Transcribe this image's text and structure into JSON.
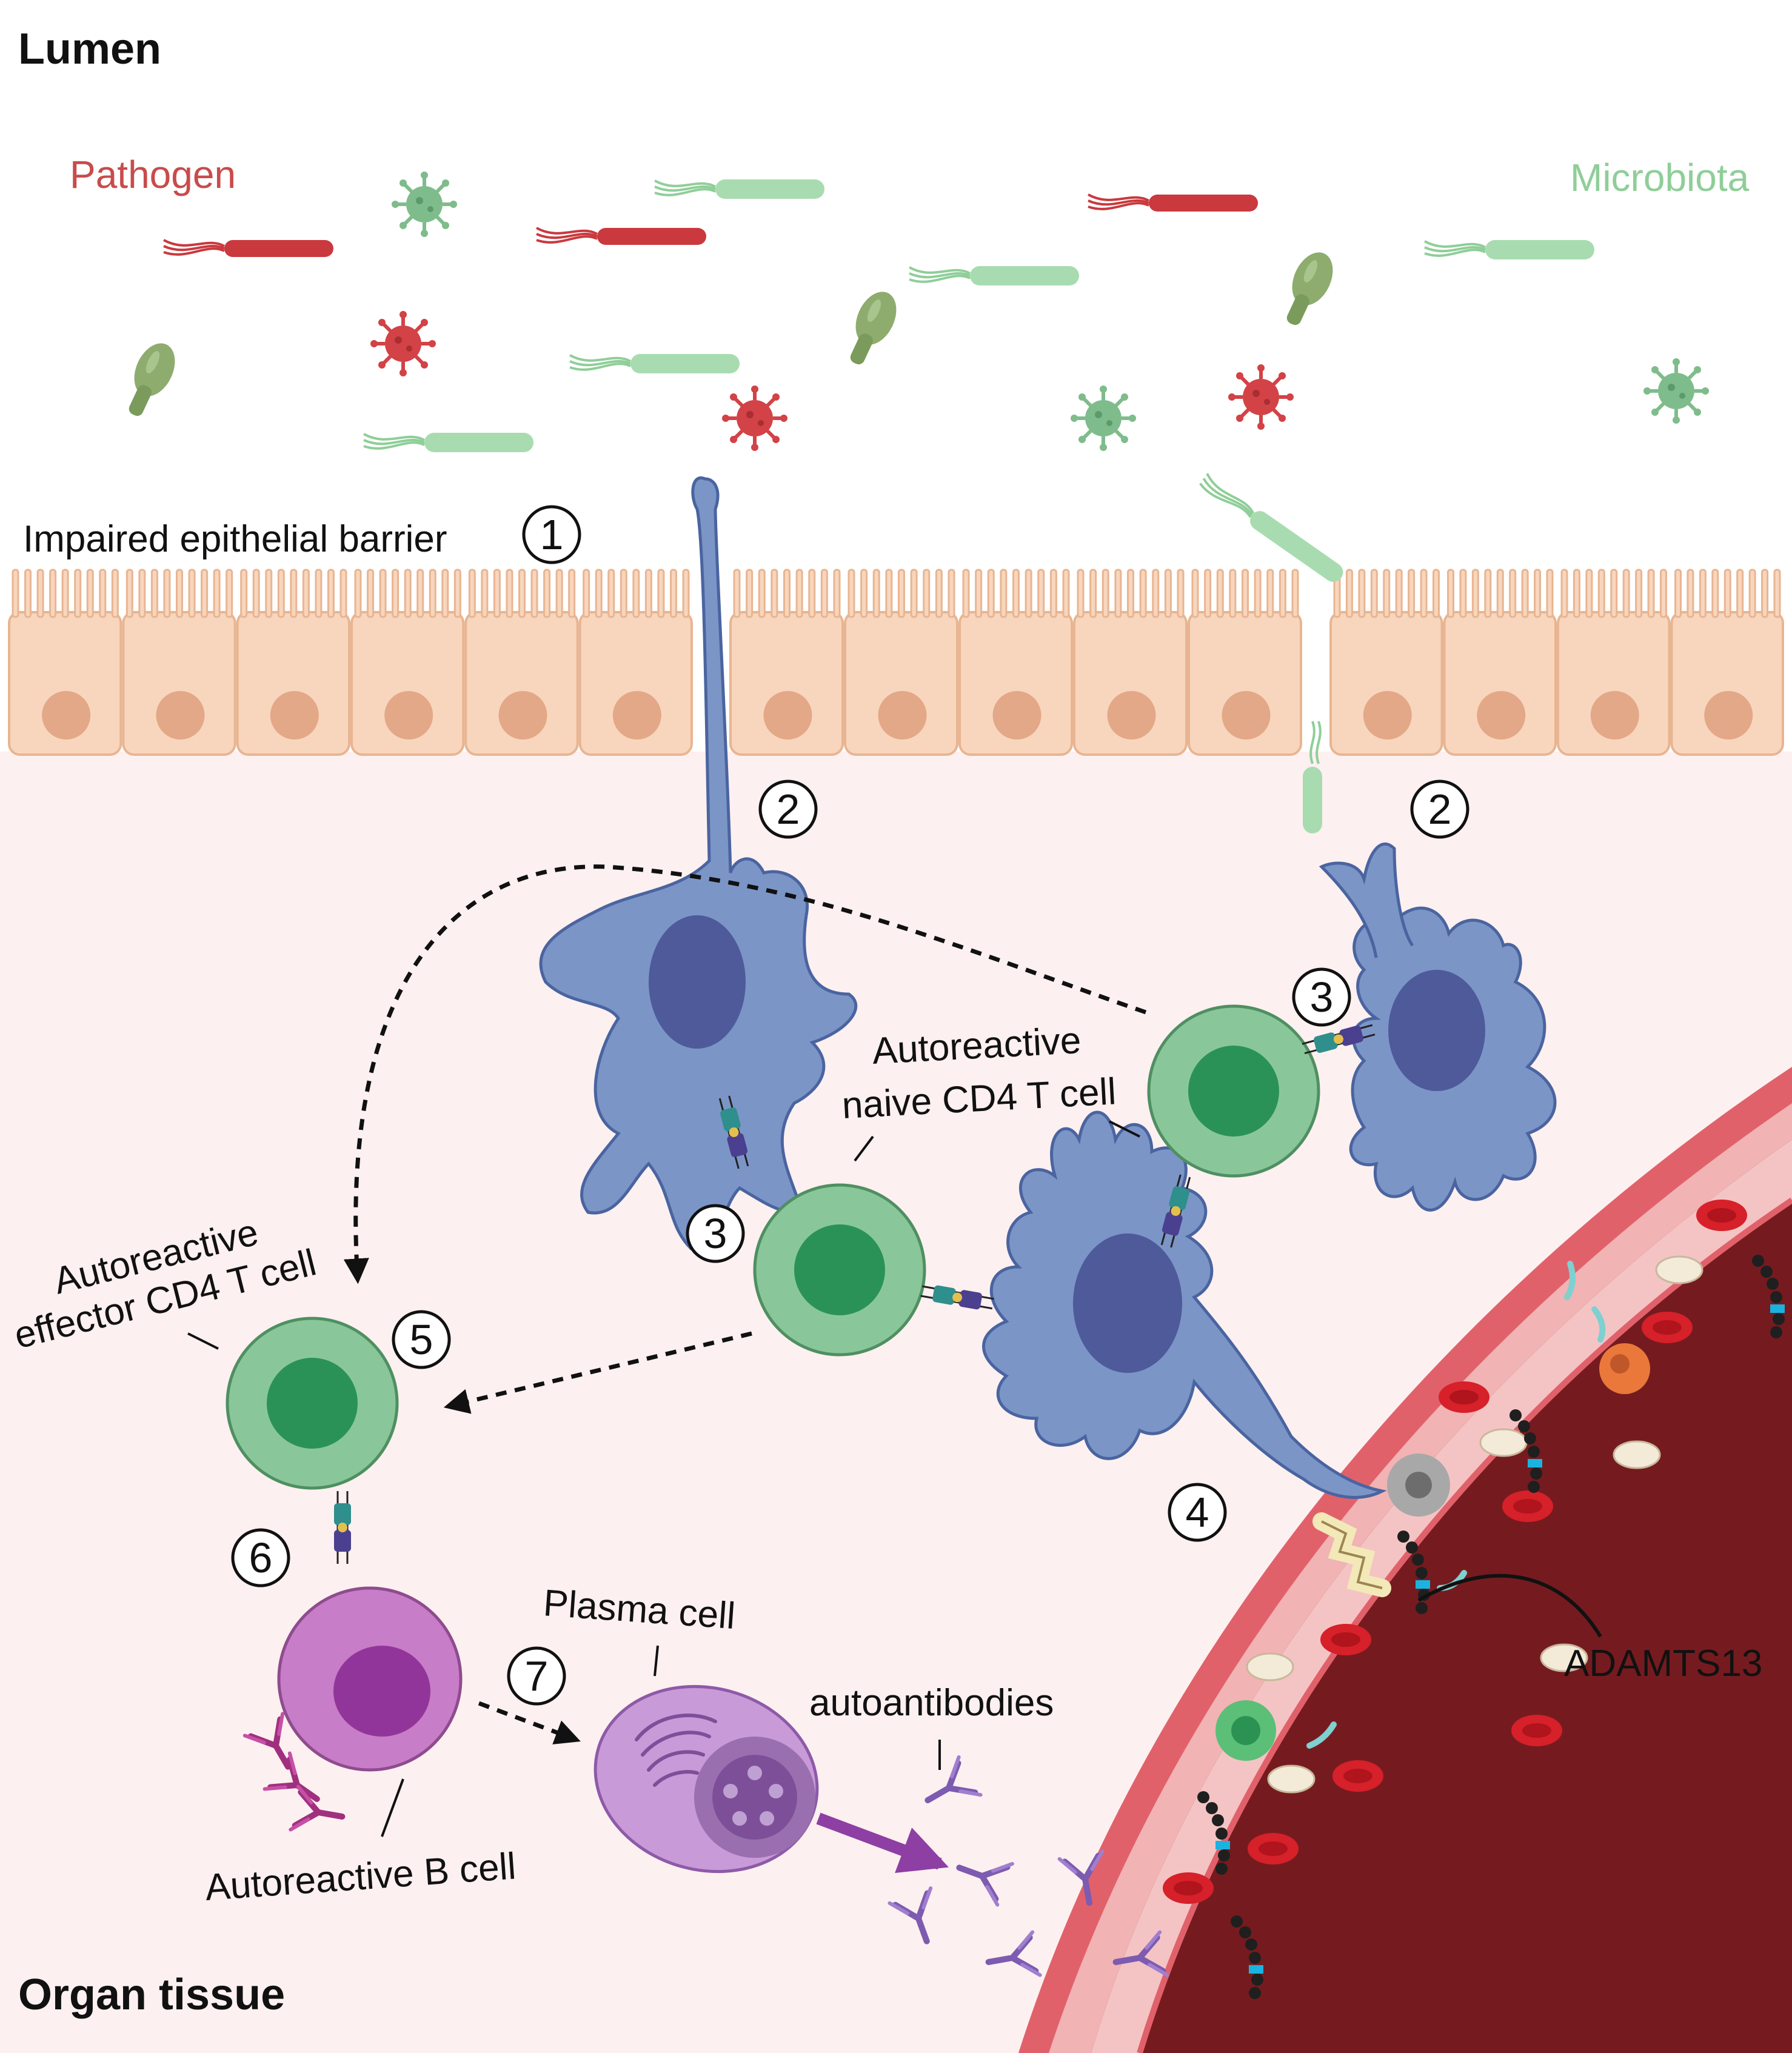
{
  "regions": {
    "top": "Lumen",
    "bottom": "Organ tissue"
  },
  "groups": {
    "pathogen": "Pathogen",
    "microbiota": "Microbiota"
  },
  "labels": {
    "barrier": "Impaired epithelial barrier",
    "naive_line1": "Autoreactive",
    "naive_line2": "naive CD4 T cell",
    "effector_line1": "Autoreactive",
    "effector_line2": "effector CD4 T cell",
    "b_cell": "Autoreactive B cell",
    "plasma": "Plasma cell",
    "autoantibodies": "autoantibodies",
    "adamts13": "ADAMTS13"
  },
  "steps": {
    "s1": "1",
    "s2": "2",
    "s3": "3",
    "s4": "4",
    "s5": "5",
    "s6": "6",
    "s7": "7"
  },
  "colors": {
    "pathogen": "#c94b4b",
    "microbiota": "#8fce98",
    "epithelium": "#f8d6bd",
    "nucleus_epi": "#e3a887",
    "dendritic": "#7b95c7",
    "dendritic_nucleus": "#4e5a9a",
    "t_cell": "#89c79a",
    "t_nucleus": "#2b9257",
    "b_cell": "#c77dc7",
    "b_nucleus": "#92359a",
    "plasma": "#c89ad8",
    "vessel_wall": "#e0606a",
    "vessel_lumen": "#6e1a1e",
    "tissue_bg": "#fcf0f0"
  }
}
